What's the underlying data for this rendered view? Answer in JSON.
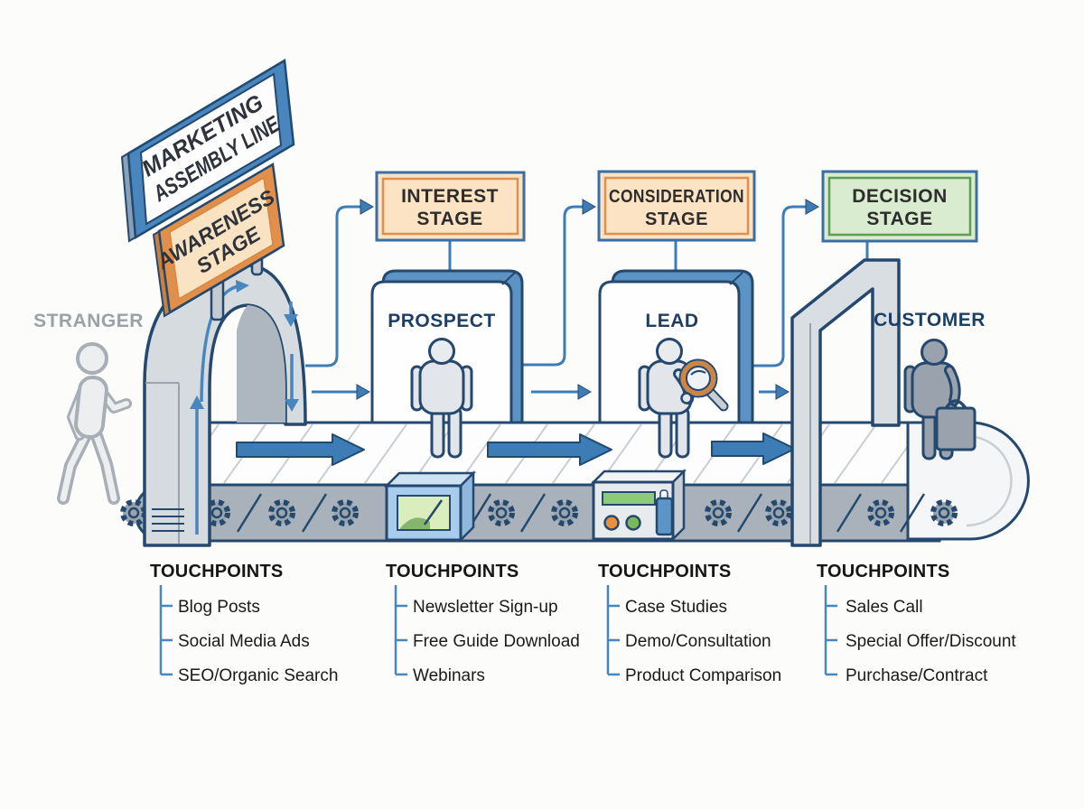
{
  "sign": {
    "line1": "MARKETING",
    "line2": "ASSEMBLY LINE"
  },
  "stages": {
    "awareness": {
      "line1": "AWARENESS",
      "line2": "STAGE"
    },
    "interest": {
      "line1": "INTEREST",
      "line2": "STAGE"
    },
    "consideration": {
      "line1": "CONSIDERATION",
      "line2": "STAGE"
    },
    "decision": {
      "line1": "DECISION",
      "line2": "STAGE"
    }
  },
  "personas": {
    "stranger": "STRANGER",
    "prospect": "PROSPECT",
    "lead": "LEAD",
    "customer": "CUSTOMER"
  },
  "touchpoint_groups": [
    {
      "heading": "TOUCHPOINTS",
      "items": [
        "Blog Posts",
        "Social Media Ads",
        "SEO/Organic Search"
      ]
    },
    {
      "heading": "TOUCHPOINTS",
      "items": [
        "Newsletter Sign-up",
        "Free Guide Download",
        "Webinars"
      ]
    },
    {
      "heading": "TOUCHPOINTS",
      "items": [
        "Case Studies",
        "Demo/Consultation",
        "Product Comparison"
      ]
    },
    {
      "heading": "TOUCHPOINTS",
      "items": [
        "Sales Call",
        "Special Offer/Discount",
        "Purchase/Contract"
      ]
    }
  ],
  "colors": {
    "accent_blue": "#3d7cb5",
    "outline_navy": "#24486e",
    "stage_orange_fill": "#fbe3c4",
    "stage_orange_border": "#dd8f4d",
    "stage_green_fill": "#d9ecd0",
    "stage_green_border": "#5f9e52",
    "belt_band_gray": "#a9b2ba",
    "panel_edge_blue": "#5b93c4",
    "figure_dark_gray": "#9aa3ad",
    "figure_light_gray": "#a7aeb5",
    "magnifier_orange": "#cd8544"
  }
}
